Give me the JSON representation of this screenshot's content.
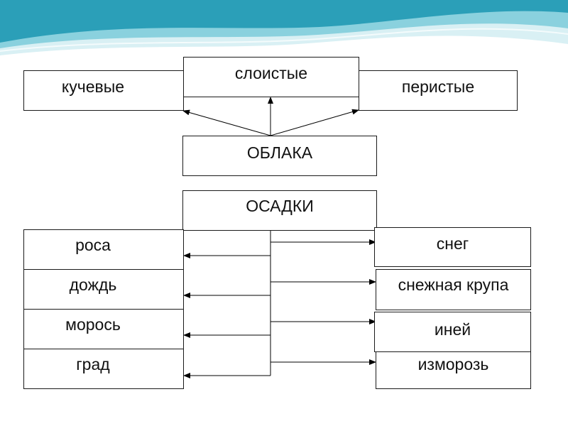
{
  "header_wave": {
    "colors": [
      "#2b9fb8",
      "#8ad1de",
      "#d9f0f4"
    ]
  },
  "clouds": {
    "top_node": "ОБЛАКА",
    "types": [
      "кучевые",
      "слоистые",
      "перистые"
    ]
  },
  "precipitation": {
    "top_node": "ОСАДКИ",
    "left": [
      "роса",
      "дождь",
      "морось",
      "град"
    ],
    "right": [
      "снег",
      "снежная крупа",
      "иней",
      "изморозь"
    ]
  }
}
